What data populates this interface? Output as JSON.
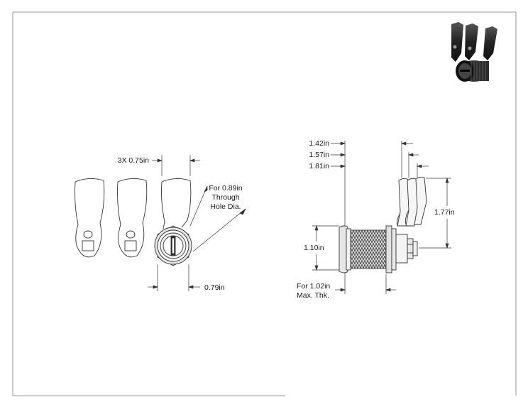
{
  "front_view": {
    "lever_spacing": "3X 0.75in",
    "hole_note": [
      "For 0.89in",
      "Through",
      "Hole Dia."
    ],
    "nut_width": "0.79in"
  },
  "side_view": {
    "dim_a": "1.42in",
    "dim_b": "1.57in",
    "dim_c": "1.81in",
    "lever_height": "1.77in",
    "flange_height": "1.10in",
    "thickness_note": [
      "For 1.02in",
      "Max. Thk."
    ]
  },
  "thumbnail": {
    "icon": "cam-lock-assembly-icon"
  }
}
